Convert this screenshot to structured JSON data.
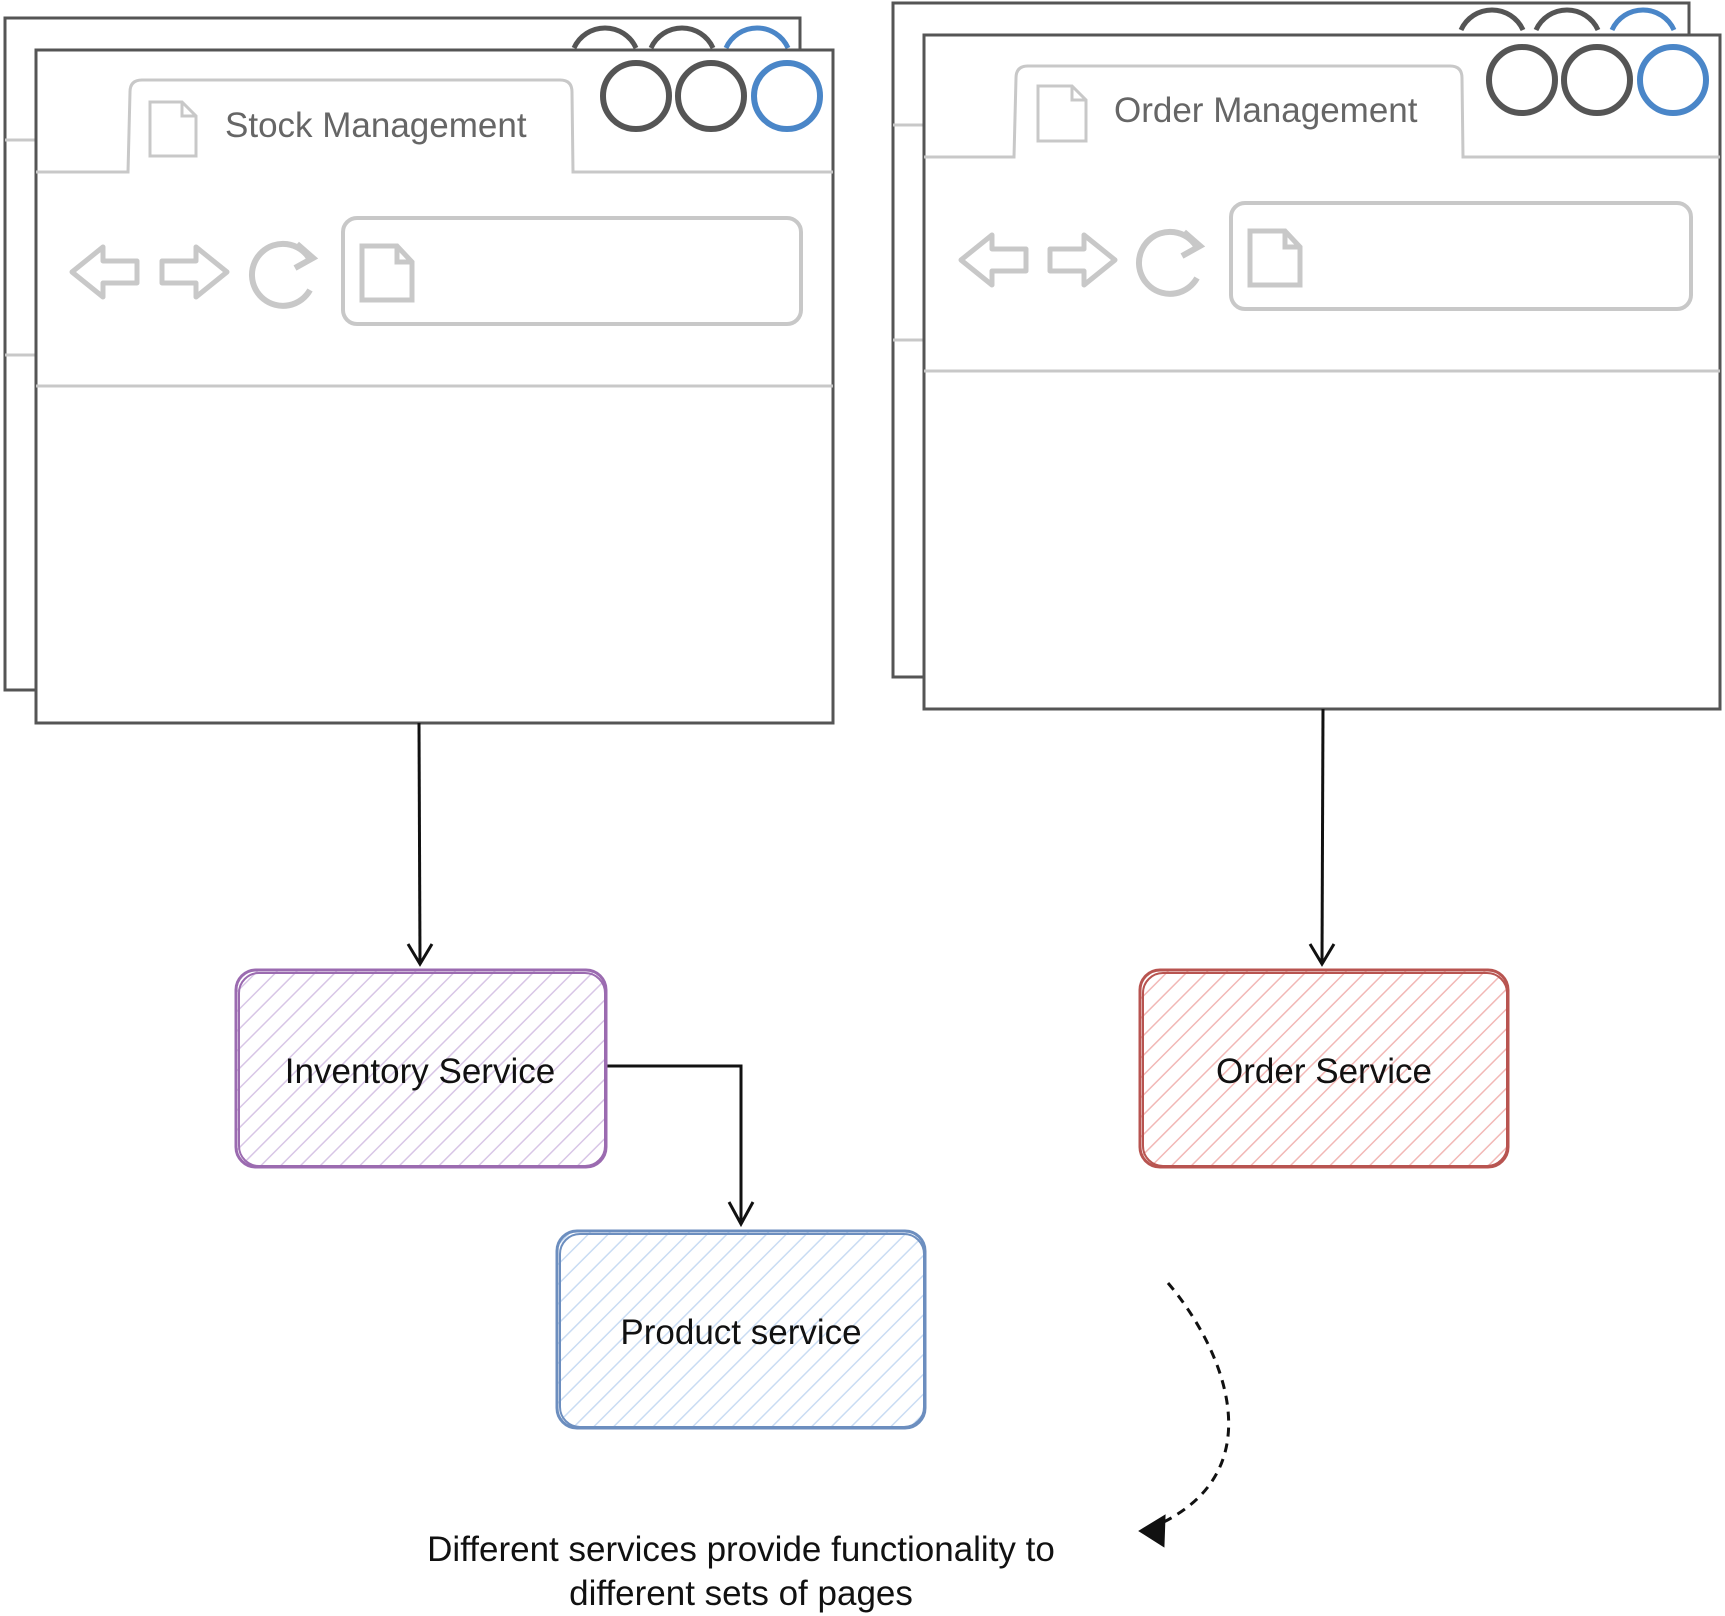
{
  "windows": [
    {
      "tab_title": "Stock Management"
    },
    {
      "tab_title": "Order Management"
    }
  ],
  "services": {
    "inventory": {
      "label": "Inventory Service",
      "color": "#9b6bb0",
      "fill": "#d8c6e6"
    },
    "product": {
      "label": "Product service",
      "color": "#6c8ebf",
      "fill": "#c9dcf3"
    },
    "order": {
      "label": "Order Service",
      "color": "#b85450",
      "fill": "#f2b8b6"
    }
  },
  "note": {
    "line1": "Different services provide functionality to",
    "line2": "different sets of pages"
  },
  "colors": {
    "window_border": "#555555",
    "chrome_gray": "#c8c8c8",
    "blue_control": "#4a86c8",
    "dark_control": "#555555"
  }
}
